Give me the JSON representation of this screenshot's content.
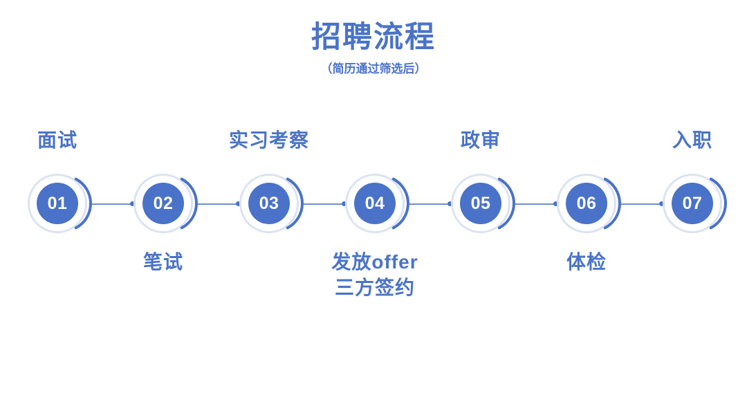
{
  "header": {
    "title": "招聘流程",
    "subtitle": "（简历通过筛选后）"
  },
  "colors": {
    "primary_blue": "#4a72c8",
    "text_blue": "#4a73c8",
    "light_ring": "#dbe3f3",
    "arc_blue": "#4a72c8",
    "connector_line": "#6b8ed4",
    "number_text": "#ffffff",
    "background": "#ffffff"
  },
  "flow": {
    "orientation": "horizontal",
    "node_count": 7,
    "steps": [
      {
        "number": "01",
        "label_line1": "面试",
        "label_line2": "",
        "position": "above"
      },
      {
        "number": "02",
        "label_line1": "笔试",
        "label_line2": "",
        "position": "below"
      },
      {
        "number": "03",
        "label_line1": "实习考察",
        "label_line2": "",
        "position": "above"
      },
      {
        "number": "04",
        "label_line1": "发放offer",
        "label_line2": "三方签约",
        "position": "below"
      },
      {
        "number": "05",
        "label_line1": "政审",
        "label_line2": "",
        "position": "above"
      },
      {
        "number": "06",
        "label_line1": "体检",
        "label_line2": "",
        "position": "below"
      },
      {
        "number": "07",
        "label_line1": "入职",
        "label_line2": "",
        "position": "above"
      }
    ]
  }
}
